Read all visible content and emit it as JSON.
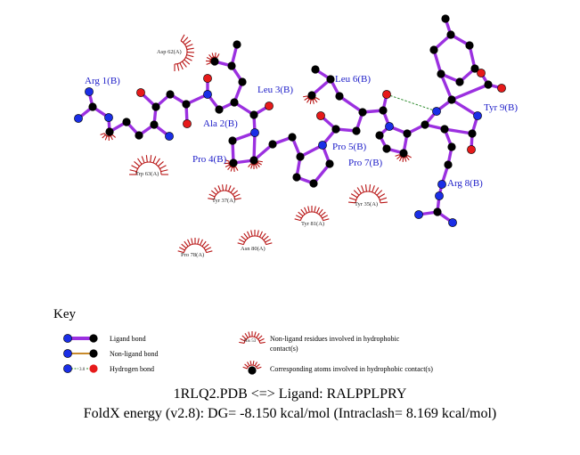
{
  "residue_labels": [
    {
      "id": "arg1",
      "text": "Arg 1(B)"
    },
    {
      "id": "ala2",
      "text": "Ala 2(B)"
    },
    {
      "id": "leu3",
      "text": "Leu 3(B)"
    },
    {
      "id": "pro4",
      "text": "Pro 4(B)"
    },
    {
      "id": "pro5",
      "text": "Pro 5(B)"
    },
    {
      "id": "leu6",
      "text": "Leu 6(B)"
    },
    {
      "id": "pro7",
      "text": "Pro 7(B)"
    },
    {
      "id": "arg8",
      "text": "Arg 8(B)"
    },
    {
      "id": "tyr9",
      "text": "Tyr 9(B)"
    }
  ],
  "nonligand_labels": [
    {
      "id": "asp62",
      "text": "Asp 62(A)"
    },
    {
      "id": "trp63",
      "text": "Trp 63(A)"
    },
    {
      "id": "tyr37",
      "text": "Tyr 37(A)"
    },
    {
      "id": "tyr81",
      "text": "Tyr 81(A)"
    },
    {
      "id": "tyr35",
      "text": "Tyr 35(A)"
    },
    {
      "id": "pro78",
      "text": "Pro 78(A)"
    },
    {
      "id": "asn80",
      "text": "Asn 80(A)"
    }
  ],
  "key": {
    "title": "Key",
    "ligand_bond": "Ligand bond",
    "nonligand_bond": "Non-ligand bond",
    "hydrogen_bond": "Hydrogen bond",
    "hbond_distance": "3.0",
    "example_residue": "His 53",
    "nonligand_hydrophobic_line1": "Non-ligand residues involved in hydrophobic",
    "nonligand_hydrophobic_line2": "contact(s)",
    "corresponding_atoms": "Corresponding atoms involved in hydrophobic contact(s)"
  },
  "footer": {
    "line1": "1RLQ2.PDB <=> Ligand: RALPPLPRY",
    "line2": "FoldX energy (v2.8): DG= -8.150 kcal/mol (Intraclash= 8.169 kcal/mol)"
  },
  "colors": {
    "ligand_bond": "#9b30e0",
    "nonligand_bond": "#c88a2a",
    "hydrogen_bond": "#2e8b2e",
    "carbon": "#000000",
    "nitrogen": "#1a2ee6",
    "oxygen": "#e61a1a",
    "hydrophobic": "#b81414",
    "label": "#1c1cc8"
  }
}
